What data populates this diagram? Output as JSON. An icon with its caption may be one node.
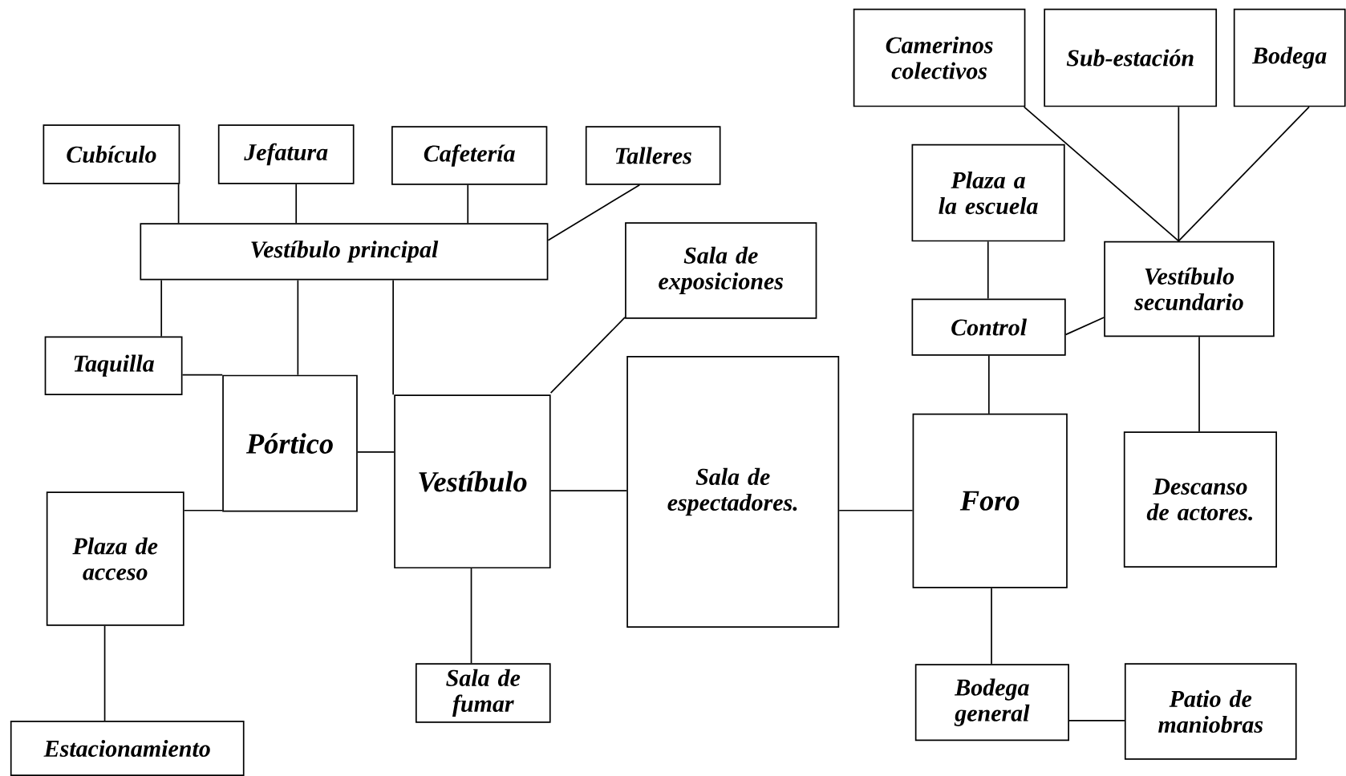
{
  "diagram": {
    "nodes": [
      {
        "text": [
          "Cubículo"
        ]
      },
      {
        "text": [
          "Jefatura"
        ]
      },
      {
        "text": [
          "Cafetería"
        ]
      },
      {
        "text": [
          "Talleres"
        ]
      },
      {
        "text": [
          "Vestíbulo principal"
        ]
      },
      {
        "text": [
          "Sala de exposiciones"
        ]
      },
      {
        "text": [
          "Taquilla"
        ]
      },
      {
        "text": [
          "Pórtico"
        ]
      },
      {
        "text": [
          "Vestíbulo"
        ]
      },
      {
        "text": [
          "Sala de espectadores."
        ]
      },
      {
        "text": [
          "Plaza de acceso"
        ]
      },
      {
        "text": [
          "Sala de fumar"
        ]
      },
      {
        "text": [
          "Estacionamiento"
        ]
      },
      {
        "text": [
          "Camerinos colectivos"
        ]
      },
      {
        "text": [
          "Sub-estación"
        ]
      },
      {
        "text": [
          "Bodega"
        ]
      },
      {
        "text": [
          "Plaza a la escuela"
        ]
      },
      {
        "text": [
          "Vestíbulo secundario"
        ]
      },
      {
        "text": [
          "Control"
        ]
      },
      {
        "text": [
          "Foro"
        ]
      },
      {
        "text": [
          "Descanso de actores."
        ]
      },
      {
        "text": [
          "Bodega general"
        ]
      },
      {
        "text": [
          "Patio de maniobras"
        ]
      }
    ],
    "edges": [
      {
        "from": 0,
        "to": 4,
        "arrow": "none"
      },
      {
        "from": 1,
        "to": 4,
        "arrow": "none"
      },
      {
        "from": 2,
        "to": 4,
        "arrow": "none"
      },
      {
        "from": 3,
        "to": 4,
        "arrow": "none"
      },
      {
        "from": 4,
        "to": 6,
        "arrow": "none"
      },
      {
        "from": 4,
        "to": 7,
        "arrow": "none"
      },
      {
        "from": 4,
        "to": 8,
        "arrow": "none"
      },
      {
        "from": 6,
        "to": 7,
        "arrow": "none"
      },
      {
        "from": 7,
        "to": 8,
        "arrow": "none"
      },
      {
        "from": 7,
        "to": 10,
        "arrow": "none"
      },
      {
        "from": 10,
        "to": 12,
        "arrow": "none"
      },
      {
        "from": 8,
        "to": 5,
        "arrow": "none"
      },
      {
        "from": 8,
        "to": 9,
        "arrow": "none"
      },
      {
        "from": 8,
        "to": 11,
        "arrow": "none"
      },
      {
        "from": 9,
        "to": 19,
        "arrow": "none"
      },
      {
        "from": 19,
        "to": 18,
        "arrow": "none"
      },
      {
        "from": 18,
        "to": 16,
        "arrow": "none"
      },
      {
        "from": 18,
        "to": 17,
        "arrow": "none"
      },
      {
        "from": 17,
        "to": 13,
        "arrow": "none"
      },
      {
        "from": 17,
        "to": 14,
        "arrow": "none"
      },
      {
        "from": 17,
        "to": 15,
        "arrow": "none"
      },
      {
        "from": 17,
        "to": 20,
        "arrow": "none"
      },
      {
        "from": 19,
        "to": 21,
        "arrow": "none"
      },
      {
        "from": 21,
        "to": 22,
        "arrow": "none"
      }
    ]
  }
}
